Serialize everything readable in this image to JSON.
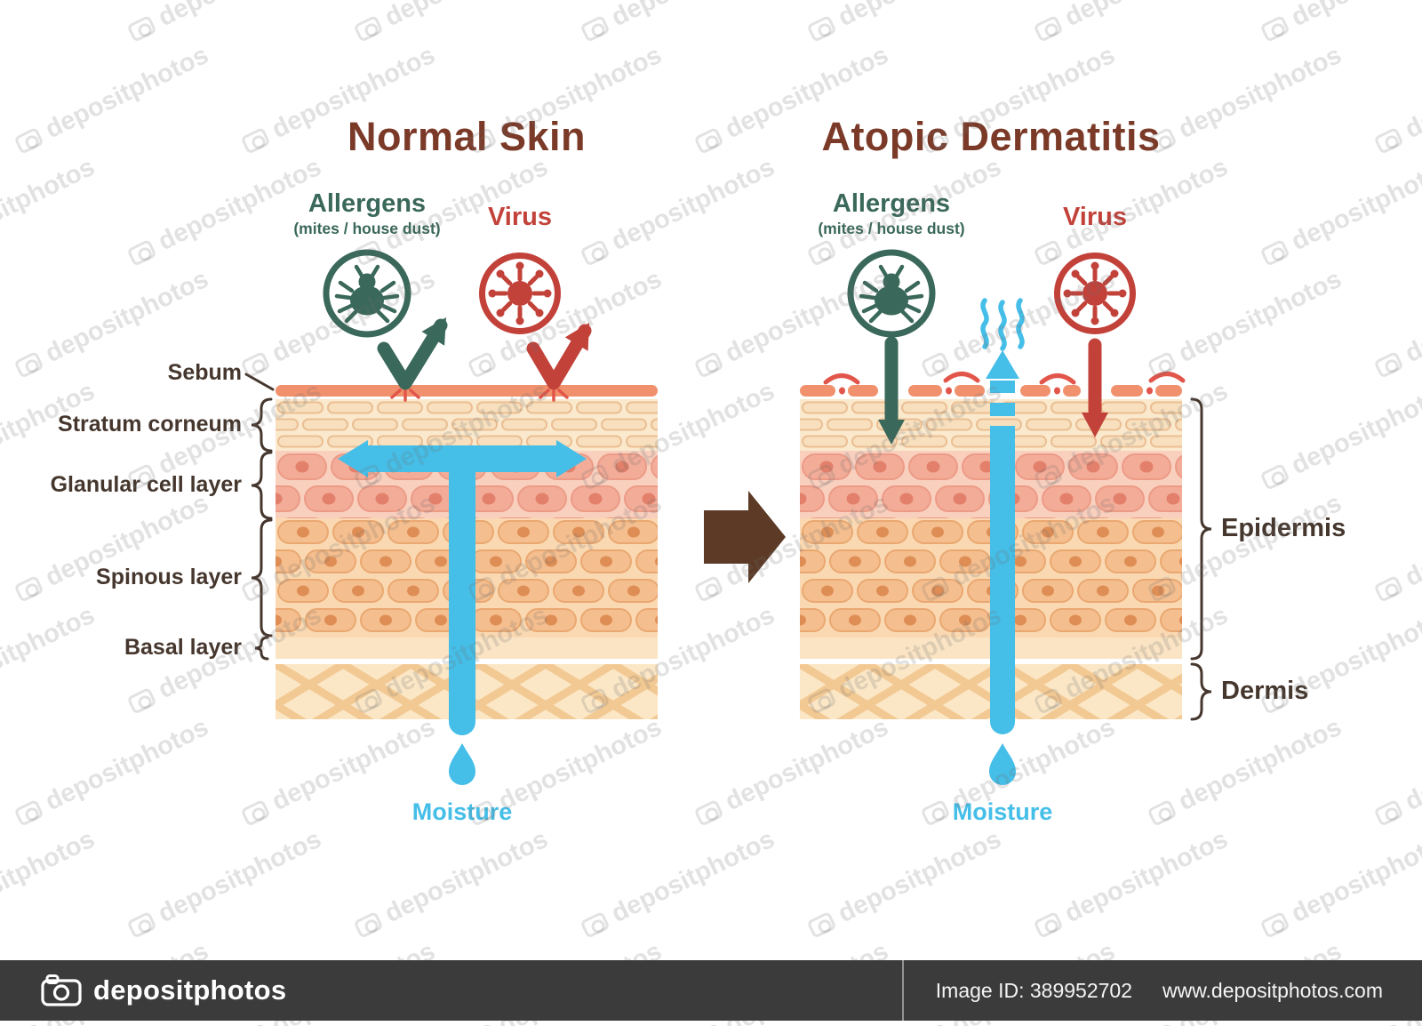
{
  "header": {
    "left_title": "Normal Skin",
    "right_title": "Atopic Dermatitis"
  },
  "left_panel": {
    "allergens_label": "Allergens",
    "allergens_sublabel": "(mites / house dust)",
    "virus_label": "Virus",
    "moisture_label": "Moisture",
    "layer_labels": {
      "sebum": "Sebum",
      "stratum_corneum": "Stratum corneum",
      "granular": "Glanular cell layer",
      "spinous": "Spinous layer",
      "basal": "Basal layer"
    }
  },
  "right_panel": {
    "allergens_label": "Allergens",
    "allergens_sublabel": "(mites / house dust)",
    "virus_label": "Virus",
    "moisture_label": "Moisture",
    "region_labels": {
      "epidermis": "Epidermis",
      "dermis": "Dermis"
    }
  },
  "watermark": {
    "tile_text": "depositphotos"
  },
  "footer": {
    "logo_text": "depositphotos",
    "image_id": "Image ID: 389952702",
    "website": "www.depositphotos.com"
  },
  "colors": {
    "title-brown": "#7B3A28",
    "allergen-green": "#3A685A",
    "virus-red": "#C2423A",
    "moisture-blue": "#45BEE8",
    "label-dark": "#46372E",
    "transform-brown": "#5C3A26",
    "sebum-salmon": "#F0906C",
    "inflammation-red": "#E2554A"
  }
}
